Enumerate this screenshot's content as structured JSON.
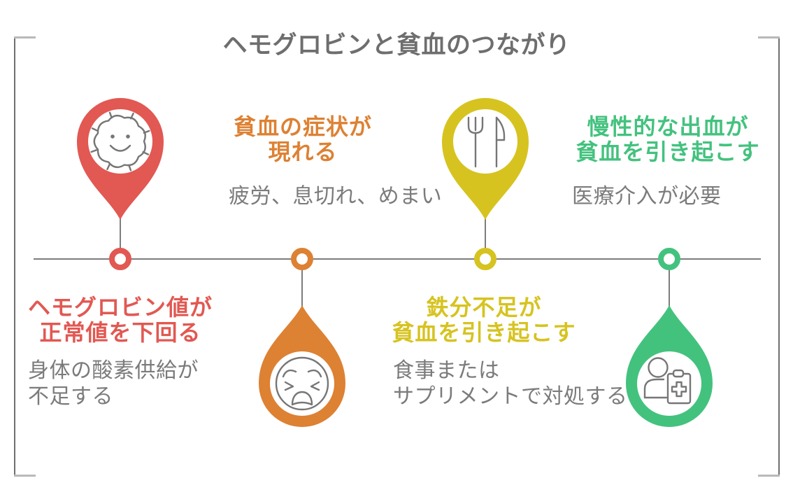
{
  "title": "ヘモグロビンと貧血のつながり",
  "colors": {
    "red": "#e25852",
    "orange": "#dd8133",
    "yellow": "#d6c31f",
    "green": "#43c27e",
    "timeline_gray": "#7d7d7d",
    "body_text_gray": "#7b7b7b",
    "title_gray": "#6e6e6e",
    "icon_stroke_gray": "#767676",
    "bracket_gray": "#6f6f6f",
    "bracket_arm_gray": "#b9b9b9"
  },
  "steps": [
    {
      "icon": "blood-cell-icon",
      "color": "#e25852",
      "pin_position": "above-timeline",
      "text_position": "below-timeline",
      "heading_line1": "ヘモグロビン値が",
      "heading_line2": "正常値を下回る",
      "body_line1": "身体の酸素供給が",
      "body_line2": "不足する"
    },
    {
      "icon": "weary-face-icon",
      "color": "#dd8133",
      "pin_position": "below-timeline",
      "text_position": "above-timeline",
      "heading_line1": "貧血の症状が",
      "heading_line2": "現れる",
      "body_line1": "疲労、息切れ、めまい",
      "body_line2": ""
    },
    {
      "icon": "fork-knife-icon",
      "color": "#d6c31f",
      "pin_position": "above-timeline",
      "text_position": "below-timeline",
      "heading_line1": "鉄分不足が",
      "heading_line2": "貧血を引き起こす",
      "body_line1": "食事または",
      "body_line2": "サプリメントで対処する"
    },
    {
      "icon": "doctor-clipboard-icon",
      "color": "#43c27e",
      "pin_position": "below-timeline",
      "text_position": "above-timeline",
      "heading_line1": "慢性的な出血が",
      "heading_line2": "貧血を引き起こす",
      "body_line1": "医療介入が必要",
      "body_line2": ""
    }
  ]
}
